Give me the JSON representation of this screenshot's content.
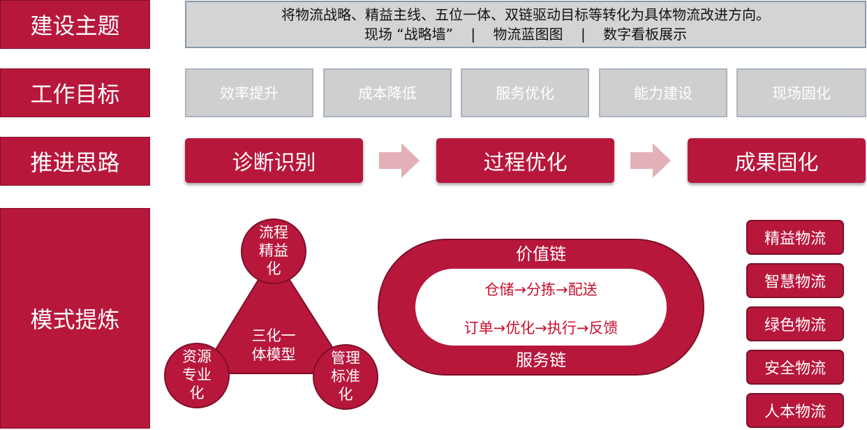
{
  "rows": {
    "theme": "建设主题",
    "goals": "工作目标",
    "approach": "推进思路",
    "model": "模式提炼"
  },
  "theme": {
    "line1": "将物流战略、精益主线、五位一体、双链驱动目标等转化为具体物流改进方向。",
    "line2": "现场 “战略墙”    |    物流蓝图图    |    数字看板展示"
  },
  "goals": [
    "效率提升",
    "成本降低",
    "服务优化",
    "能力建设",
    "现场固化"
  ],
  "approach": [
    "诊断识别",
    "过程优化",
    "成果固化"
  ],
  "model": {
    "triangle": {
      "center_line1": "三化一",
      "center_line2": "体模型",
      "top": [
        "流程",
        "精益",
        "化"
      ],
      "left": [
        "资源",
        "专业",
        "化"
      ],
      "right": [
        "管理",
        "标准",
        "化"
      ]
    },
    "chain": {
      "top_label": "价值链",
      "bottom_label": "服务链",
      "line1": "仓储→分拣→配送",
      "line2": "订单→优化→执行→反馈"
    },
    "types": [
      "精益物流",
      "智慧物流",
      "绿色物流",
      "安全物流",
      "人本物流"
    ]
  },
  "colors": {
    "primary": "#b8173c",
    "gray": "#cfcfcf",
    "arrow": "#e2b1b7"
  }
}
